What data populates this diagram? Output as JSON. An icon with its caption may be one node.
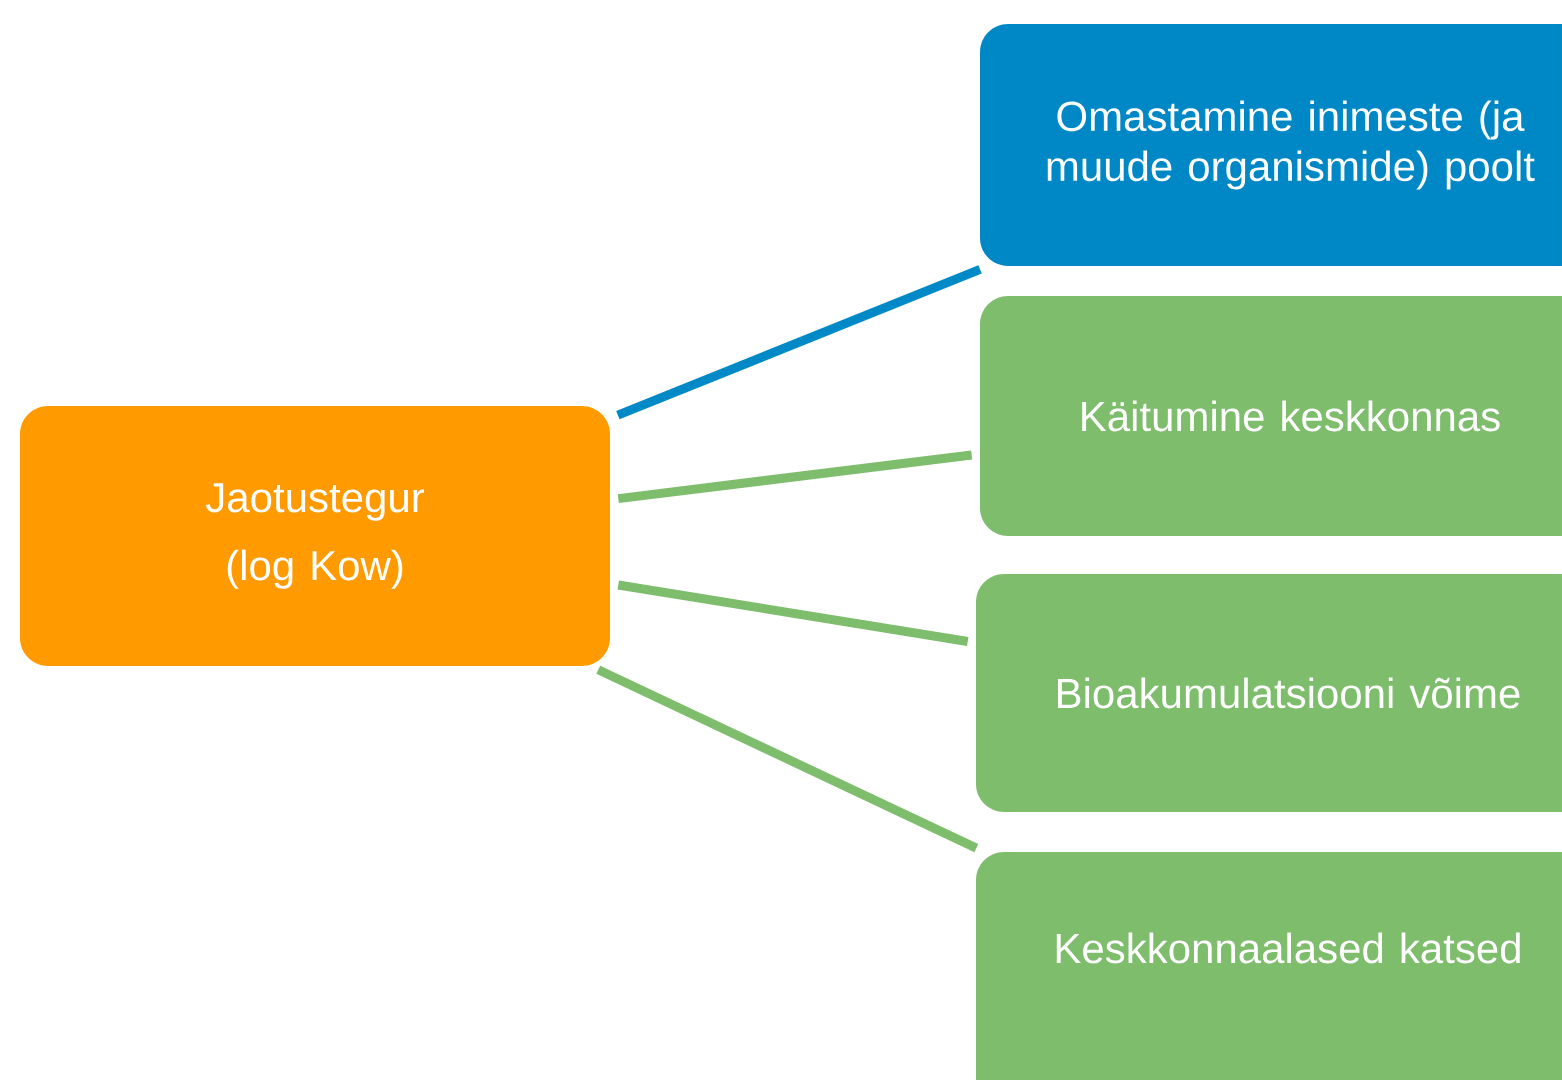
{
  "diagram": {
    "nodes": [
      {
        "text": [
          "Jaotustegur (log Kow)"
        ]
      },
      {
        "text": [
          "Omastamine inimeste (ja muude organismide) poolt"
        ]
      },
      {
        "text": [
          "Käitumine keskkonnas"
        ]
      },
      {
        "text": [
          "Bioakumulatsiooni võime"
        ]
      },
      {
        "text": [
          "Keskkonnaalased katsed"
        ]
      }
    ],
    "edges": [
      {
        "from": 0,
        "to": 1,
        "arrow": "none",
        "color": "#0089c7"
      },
      {
        "from": 0,
        "to": 2,
        "arrow": "none"
      },
      {
        "from": 0,
        "to": 3,
        "arrow": "none"
      },
      {
        "from": 0,
        "to": 4,
        "arrow": "none"
      }
    ]
  }
}
